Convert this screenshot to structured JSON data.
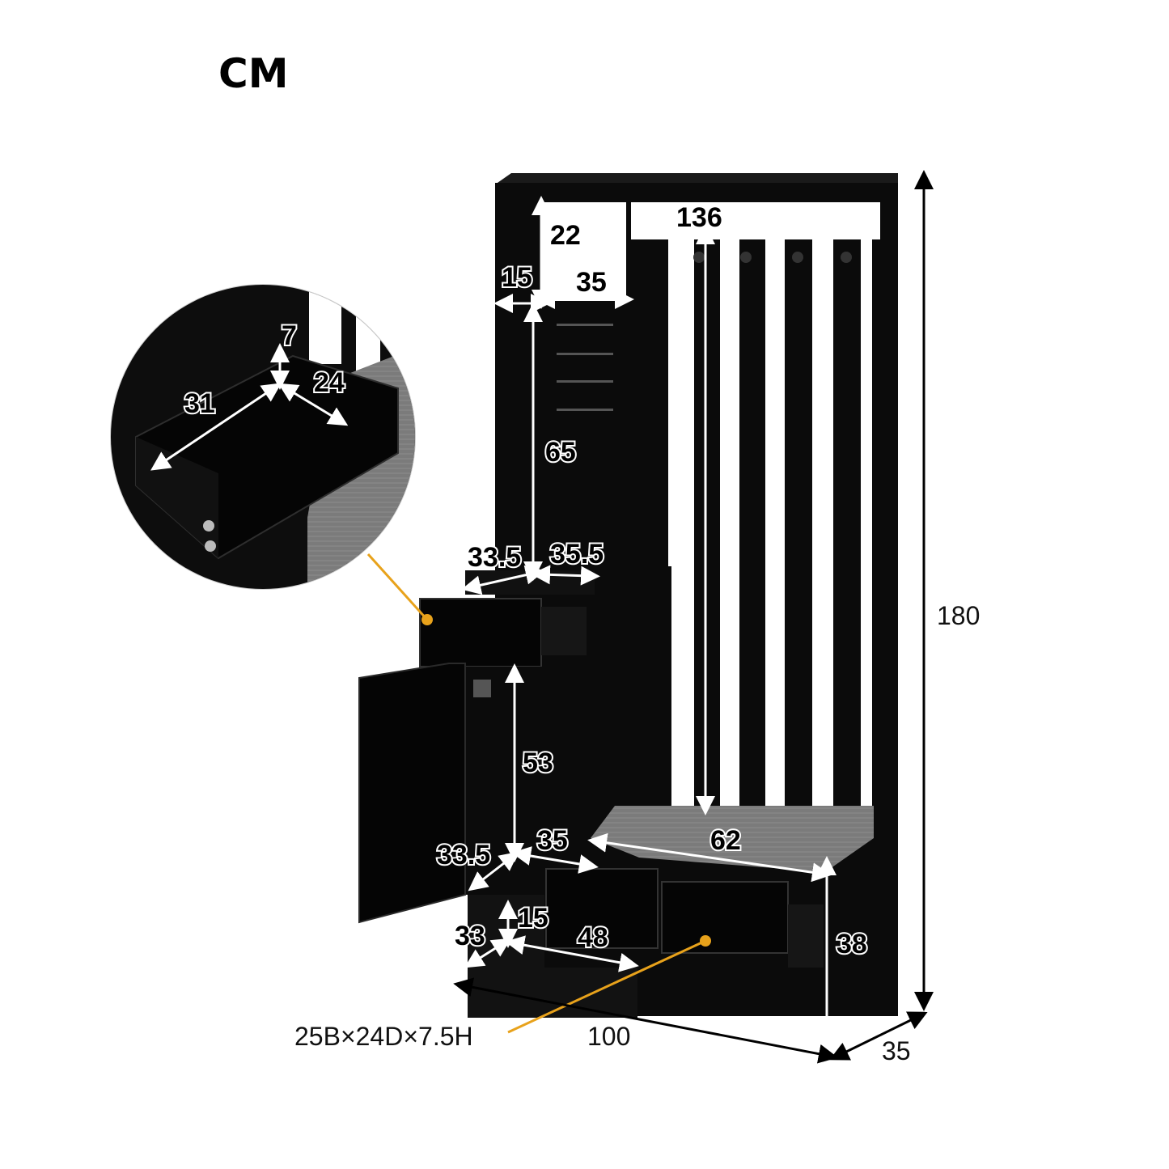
{
  "unit": "CM",
  "overall": {
    "height": "180",
    "width": "100",
    "depth": "35",
    "hook_height": "136"
  },
  "upper_shelf": {
    "top_gap": "22",
    "side": "15",
    "width": "35",
    "pegboard_height": "65"
  },
  "top_drawer": {
    "width": "33.5",
    "depth": "35.5"
  },
  "inset_drawer": {
    "height": "7",
    "depth": "24",
    "width": "31"
  },
  "cabinet": {
    "height": "53",
    "width": "33.5",
    "depth": "35"
  },
  "bench": {
    "width": "62",
    "height": "38"
  },
  "bottom_shelf": {
    "height": "15",
    "depth": "33",
    "width": "48"
  },
  "drawer_callout": "25B×24D×7.5H",
  "colors": {
    "furniture": "#0b0b0b",
    "cushion": "#7b7b7b",
    "callout": "#e8a21b"
  }
}
